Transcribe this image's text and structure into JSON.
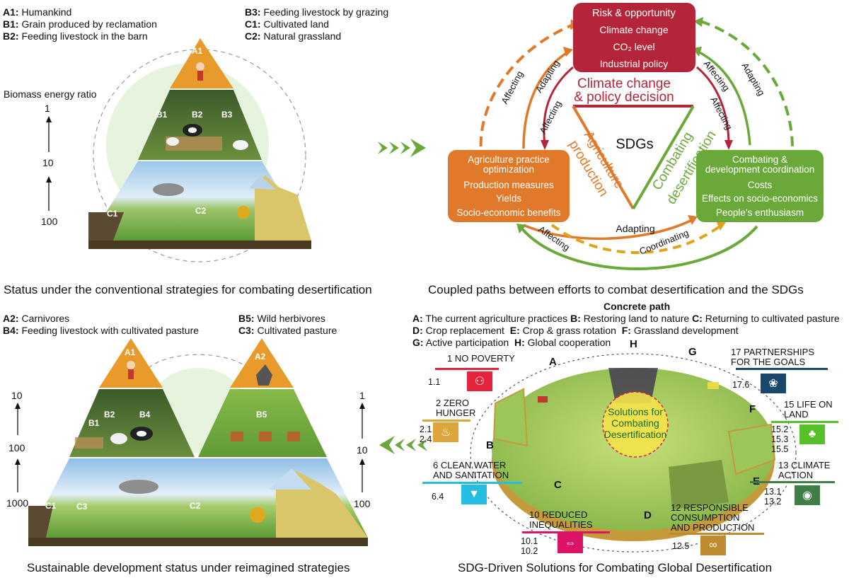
{
  "panel_top_left": {
    "legend_left": [
      {
        "code": "A1:",
        "text": "Humankind"
      },
      {
        "code": "B1:",
        "text": "Grain produced by reclamation"
      },
      {
        "code": "B2:",
        "text": "Feeding livestock in the barn"
      }
    ],
    "legend_right": [
      {
        "code": "B3:",
        "text": "Feeding livestock by grazing"
      },
      {
        "code": "C1:",
        "text": "Cultivated land"
      },
      {
        "code": "C2:",
        "text": "Natural grassland"
      }
    ],
    "axis_title": "Biomass energy ratio",
    "axis_values": [
      "1",
      "10",
      "100"
    ],
    "labels": {
      "a1": "A1",
      "b1": "B1",
      "b2": "B2",
      "b3": "B3",
      "c1": "C1",
      "c2": "C2"
    },
    "caption": "Status under the conventional strategies for combating desertification"
  },
  "panel_top_right": {
    "center": "SDGs",
    "risk": {
      "title": "Risk & opportunity",
      "items": [
        "Climate change",
        "CO₂ level",
        "Industrial policy"
      ]
    },
    "agri": {
      "title": [
        "Agriculture practice",
        "optimization"
      ],
      "items": [
        "Production measures",
        "Yields",
        "Socio-economic benefits"
      ]
    },
    "comb": {
      "title": [
        "Combating &",
        "development coordination"
      ],
      "items": [
        "Costs",
        "Effects on socio-economics",
        "People’s enthusiasm"
      ]
    },
    "side_top": [
      "Climate change",
      "& policy decision"
    ],
    "side_left": [
      "Agriculture",
      "production"
    ],
    "side_right": [
      "Combating",
      "desertification"
    ],
    "arrows": {
      "affecting": "Affecting",
      "adapting": "Adapting",
      "coordinating": "Coordinating"
    },
    "caption": "Coupled paths between efforts to combat desertification and the SDGs"
  },
  "panel_bottom_left": {
    "legend_left": [
      {
        "code": "A2:",
        "text": "Carnivores"
      },
      {
        "code": "B4:",
        "text": "Feeding livestock with cultivated pasture"
      }
    ],
    "legend_right": [
      {
        "code": "B5:",
        "text": "Wild herbivores"
      },
      {
        "code": "C3:",
        "text": "Cultivated pasture"
      }
    ],
    "axis_left": [
      "10",
      "100",
      "1000"
    ],
    "axis_right": [
      "1",
      "10",
      "100"
    ],
    "labels": {
      "a1": "A1",
      "a2": "A2",
      "b1": "B1",
      "b2": "B2",
      "b4": "B4",
      "b5": "B5",
      "c1": "C1",
      "c2": "C2",
      "c3": "C3"
    },
    "caption": "Sustainable development status under reimagined strategies"
  },
  "panel_bottom_right": {
    "concrete_title": "Concrete path",
    "paths_line1": [
      {
        "code": "A:",
        "text": "The current agriculture practices"
      },
      {
        "code": "B:",
        "text": "Restoring land to nature"
      },
      {
        "code": "C:",
        "text": "Returning to cultivated pasture"
      }
    ],
    "paths_line2": [
      {
        "code": "D:",
        "text": "Crop replacement"
      },
      {
        "code": "E:",
        "text": "Crop & grass rotation"
      },
      {
        "code": "F:",
        "text": "Grassland development"
      }
    ],
    "paths_line3": [
      {
        "code": "G:",
        "text": "Active participation"
      },
      {
        "code": "H:",
        "text": "Global cooperation"
      }
    ],
    "center": [
      "Solutions for",
      "Combating",
      "Desertification"
    ],
    "sector_letters": {
      "a": "A",
      "b": "B",
      "c": "C",
      "d": "D",
      "e": "E",
      "f": "F",
      "g": "G",
      "h": "H"
    },
    "sdgs": [
      {
        "title": "1 NO POVERTY",
        "targets": "1.1",
        "color": "#e5243b"
      },
      {
        "title": "2 ZERO\nHUNGER",
        "targets": "2.1\n2.4",
        "color": "#dda63a"
      },
      {
        "title": "6 CLEAN WATER\nAND SANITATION",
        "targets": "6.4",
        "color": "#26bde2"
      },
      {
        "title": "10 REDUCED\nINEQUALITIES",
        "targets": "10.1\n10.2",
        "color": "#dd1367"
      },
      {
        "title": "12 RESPONSIBLE\nCONSUMPTION\nAND PRODUCTION",
        "targets": "12.5",
        "color": "#bf8b2e"
      },
      {
        "title": "13 CLIMATE\nACTION",
        "targets": "13.1\n13.2",
        "color": "#3f7e44"
      },
      {
        "title": "15 LIFE ON\nLAND",
        "targets": "15.2\n15.3\n15.5",
        "color": "#56c02b"
      },
      {
        "title": "17 PARTNERSHIPS\nFOR THE GOALS",
        "targets": "17.6",
        "color": "#19486a"
      }
    ],
    "caption": "SDG-Driven Solutions for Combating Global Desertification"
  }
}
